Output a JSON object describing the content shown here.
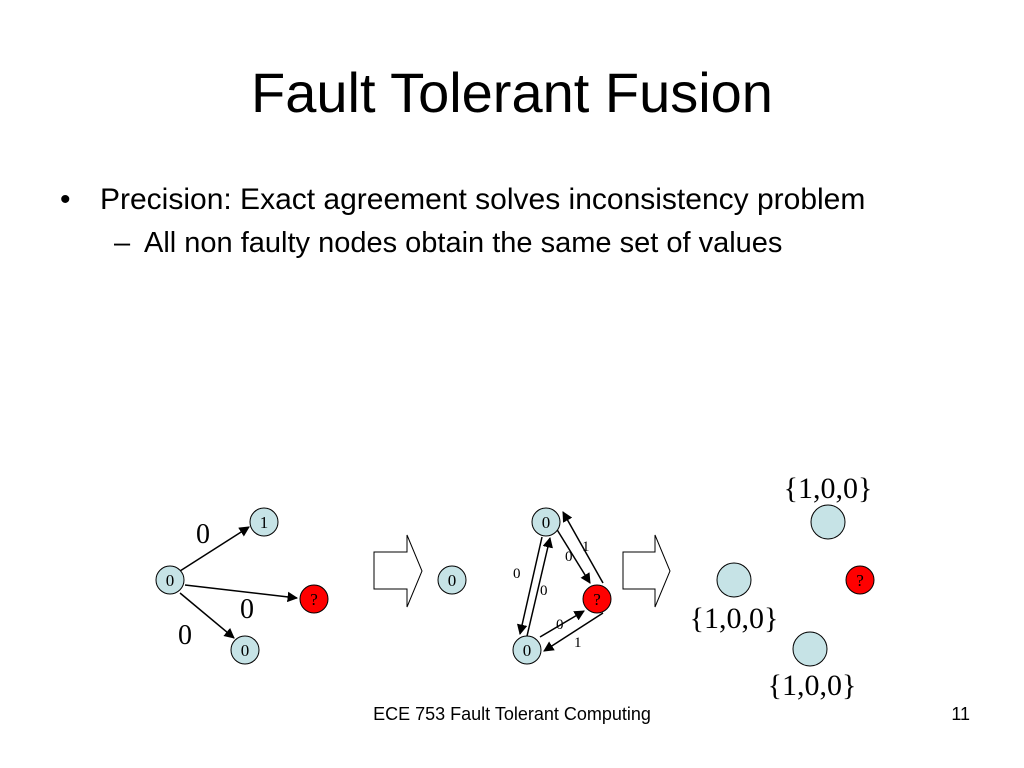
{
  "slide": {
    "title": "Fault Tolerant Fusion",
    "bullets": [
      {
        "marker": "•",
        "text": "Precision: Exact agreement solves inconsistency problem",
        "sub": [
          {
            "marker": "–",
            "text": "All non faulty nodes obtain the same set of values"
          }
        ]
      }
    ],
    "footer": "ECE 753 Fault Tolerant Computing",
    "page_number": "11"
  },
  "diagram": {
    "colors": {
      "node": "#c6e3e6",
      "faulty": "#ff0000",
      "stroke": "#000000"
    },
    "stage1": {
      "nodes": [
        {
          "id": "source",
          "label": "0"
        },
        {
          "id": "top",
          "label": "1"
        },
        {
          "id": "faulty",
          "label": "?"
        },
        {
          "id": "bottom",
          "label": "0"
        }
      ],
      "edge_labels": [
        "0",
        "0",
        "0"
      ]
    },
    "stage2": {
      "nodes": [
        {
          "id": "source",
          "label": "0"
        },
        {
          "id": "top",
          "label": "0"
        },
        {
          "id": "faulty",
          "label": "?"
        },
        {
          "id": "bottom",
          "label": "0"
        }
      ],
      "edge_labels": [
        "0",
        "1",
        "0",
        "0",
        "0",
        "1"
      ]
    },
    "stage3": {
      "nodes": [
        {
          "id": "top",
          "label": ""
        },
        {
          "id": "left",
          "label": ""
        },
        {
          "id": "faulty",
          "label": "?"
        },
        {
          "id": "bottom",
          "label": ""
        }
      ],
      "sets": [
        "{1,0,0}",
        "{1,0,0}",
        "{1,0,0}"
      ]
    }
  }
}
